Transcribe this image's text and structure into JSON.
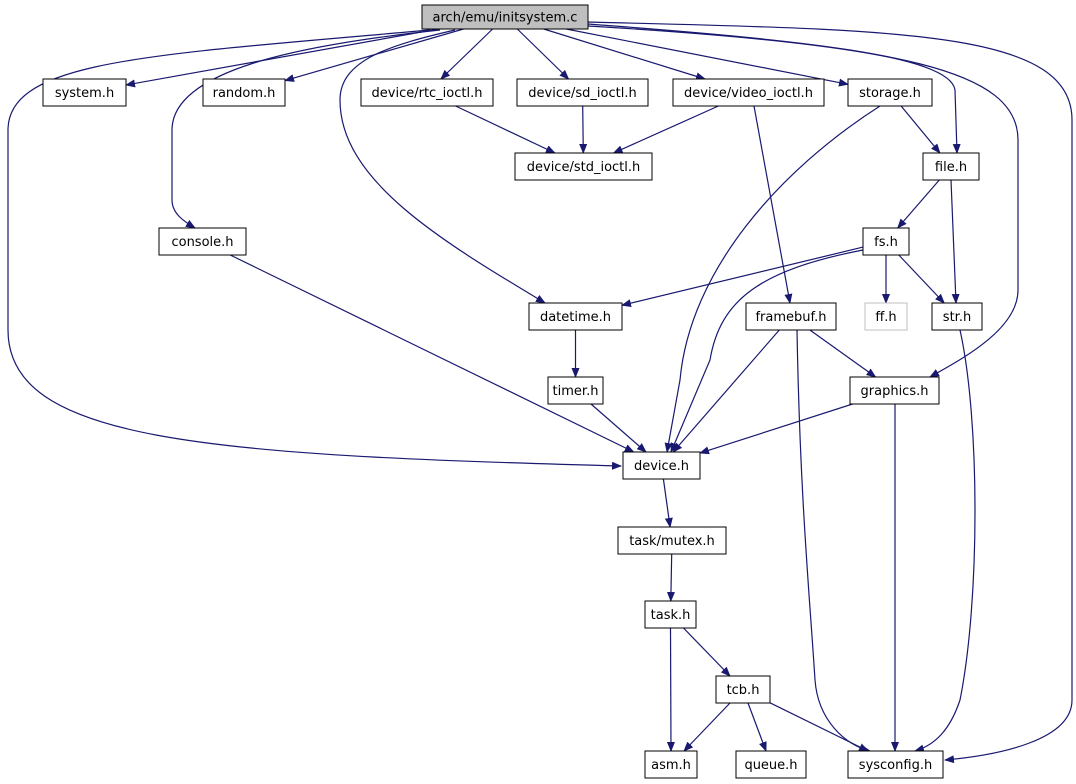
{
  "colors": {
    "edge": "#191970",
    "node_border": "#000000",
    "node_fill": "#ffffff",
    "root_fill": "#bfbfbf",
    "missing_border": "#bfbfbf"
  },
  "nodes": {
    "root": {
      "label": "arch/emu/initsystem.c"
    },
    "system_h": {
      "label": "system.h"
    },
    "random_h": {
      "label": "random.h"
    },
    "rtc_ioctl": {
      "label": "device/rtc_ioctl.h"
    },
    "sd_ioctl": {
      "label": "device/sd_ioctl.h"
    },
    "video_ioctl": {
      "label": "device/video_ioctl.h"
    },
    "storage_h": {
      "label": "storage.h"
    },
    "std_ioctl": {
      "label": "device/std_ioctl.h"
    },
    "file_h": {
      "label": "file.h"
    },
    "console_h": {
      "label": "console.h"
    },
    "fs_h": {
      "label": "fs.h"
    },
    "datetime_h": {
      "label": "datetime.h"
    },
    "framebuf_h": {
      "label": "framebuf.h"
    },
    "ff_h": {
      "label": "ff.h"
    },
    "str_h": {
      "label": "str.h"
    },
    "timer_h": {
      "label": "timer.h"
    },
    "graphics_h": {
      "label": "graphics.h"
    },
    "device_h": {
      "label": "device.h"
    },
    "mutex_h": {
      "label": "task/mutex.h"
    },
    "task_h": {
      "label": "task.h"
    },
    "tcb_h": {
      "label": "tcb.h"
    },
    "asm_h": {
      "label": "asm.h"
    },
    "queue_h": {
      "label": "queue.h"
    },
    "sysconfig_h": {
      "label": "sysconfig.h"
    }
  },
  "edges": [
    [
      "root",
      "system_h"
    ],
    [
      "root",
      "random_h"
    ],
    [
      "root",
      "rtc_ioctl"
    ],
    [
      "root",
      "sd_ioctl"
    ],
    [
      "root",
      "video_ioctl"
    ],
    [
      "root",
      "storage_h"
    ],
    [
      "root",
      "file_h"
    ],
    [
      "root",
      "console_h"
    ],
    [
      "root",
      "datetime_h"
    ],
    [
      "root",
      "graphics_h"
    ],
    [
      "root",
      "device_h"
    ],
    [
      "root",
      "sysconfig_h"
    ],
    [
      "rtc_ioctl",
      "std_ioctl"
    ],
    [
      "sd_ioctl",
      "std_ioctl"
    ],
    [
      "video_ioctl",
      "std_ioctl"
    ],
    [
      "video_ioctl",
      "framebuf_h"
    ],
    [
      "storage_h",
      "file_h"
    ],
    [
      "storage_h",
      "device_h"
    ],
    [
      "file_h",
      "fs_h"
    ],
    [
      "file_h",
      "str_h"
    ],
    [
      "fs_h",
      "datetime_h"
    ],
    [
      "fs_h",
      "ff_h"
    ],
    [
      "fs_h",
      "str_h"
    ],
    [
      "fs_h",
      "device_h"
    ],
    [
      "console_h",
      "device_h"
    ],
    [
      "datetime_h",
      "timer_h"
    ],
    [
      "timer_h",
      "device_h"
    ],
    [
      "framebuf_h",
      "device_h"
    ],
    [
      "framebuf_h",
      "graphics_h"
    ],
    [
      "framebuf_h",
      "sysconfig_h"
    ],
    [
      "graphics_h",
      "device_h"
    ],
    [
      "graphics_h",
      "sysconfig_h"
    ],
    [
      "str_h",
      "sysconfig_h"
    ],
    [
      "device_h",
      "mutex_h"
    ],
    [
      "mutex_h",
      "task_h"
    ],
    [
      "task_h",
      "tcb_h"
    ],
    [
      "task_h",
      "asm_h"
    ],
    [
      "tcb_h",
      "asm_h"
    ],
    [
      "tcb_h",
      "queue_h"
    ],
    [
      "tcb_h",
      "sysconfig_h"
    ]
  ]
}
